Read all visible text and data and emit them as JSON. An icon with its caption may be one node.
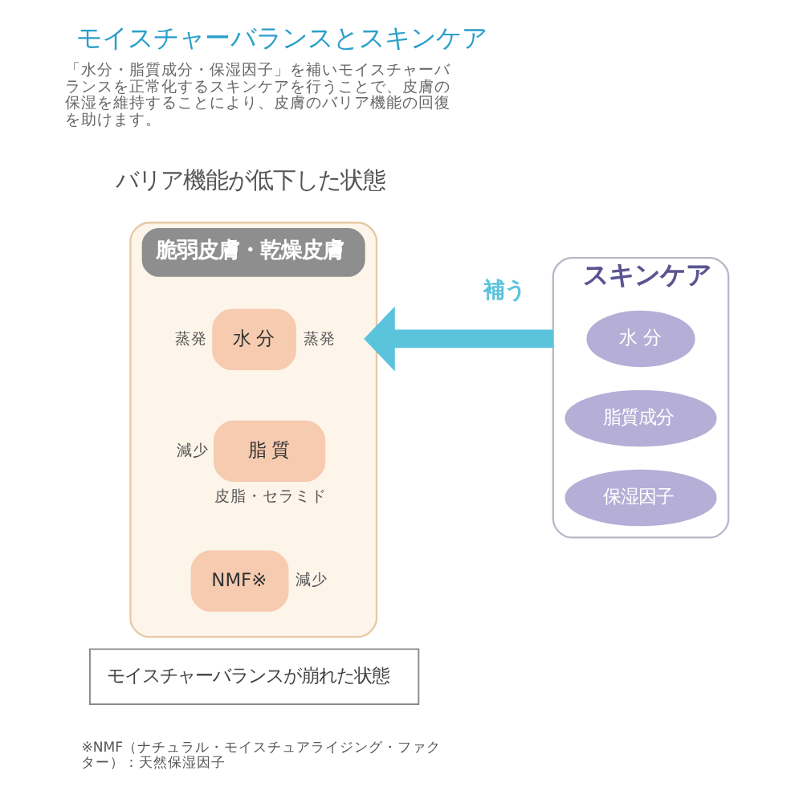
{
  "diagram": {
    "title": "モイスチャーバランスとスキンケア",
    "nodes": [
      {
        "text": [
          "脆弱皮膚・乾燥皮膚"
        ]
      },
      {
        "text": [
          "水 分"
        ],
        "in": 0,
        "beside": [
          "蒸発",
          "蒸発"
        ]
      },
      {
        "text": [
          "脂 質"
        ],
        "in": 0,
        "beside": [
          "減少",
          "皮脂・セラミド"
        ]
      },
      {
        "text": [
          "NMF※"
        ],
        "in": 0,
        "beside": [
          "減少"
        ]
      },
      {
        "text": [
          "モイスチャーバランスが崩れた状態"
        ]
      },
      {
        "text": [
          "スキンケア"
        ]
      },
      {
        "text": [
          "水 分"
        ],
        "in": 5
      },
      {
        "text": [
          "脂質成分"
        ],
        "in": 5
      },
      {
        "text": [
          "保湿因子"
        ],
        "in": 5
      }
    ],
    "edges": [
      {
        "from": 5,
        "to": 0,
        "arrow": "to",
        "label": "補う",
        "color": "#5bc3dc"
      }
    ],
    "labels": [
      "「水分・脂質成分・保湿因子」を補いモイスチャーバランスを正常化するスキンケアを行うことで、皮膚の保湿を維持することにより、皮膚のバリア機能の回復を助けます。",
      "バリア機能が低下した状態",
      "※NMF（ナチュラル・モイスチュアライジング・ファクター）：天然保湿因子"
    ]
  }
}
